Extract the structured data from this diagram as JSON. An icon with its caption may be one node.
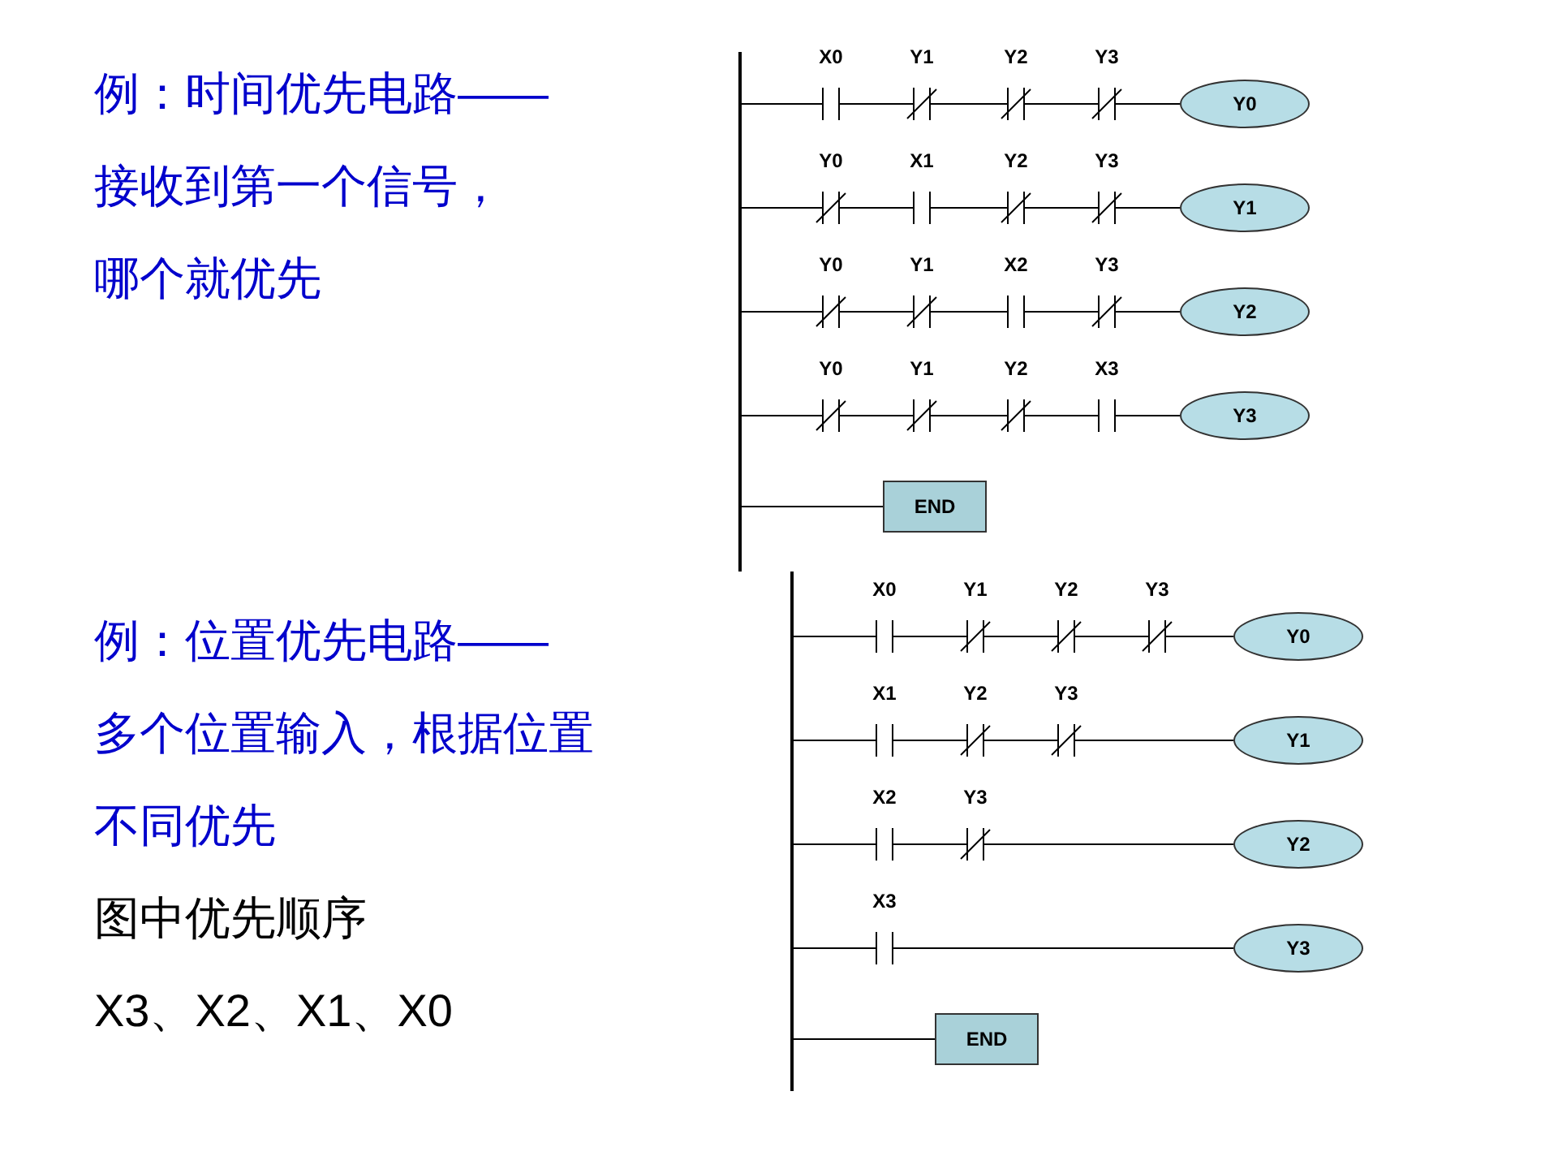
{
  "diagram": {
    "nodes": [
      {
        "text": [],
        "shape": "bar"
      },
      {
        "text": [
          "X0"
        ]
      },
      {
        "text": [
          "Y1"
        ]
      },
      {
        "text": [
          "Y2"
        ]
      },
      {
        "text": [
          "Y3"
        ]
      },
      {
        "text": [
          "Y0"
        ]
      },
      {
        "text": [
          "Y0"
        ]
      },
      {
        "text": [
          "X1"
        ]
      },
      {
        "text": [
          "Y2"
        ]
      },
      {
        "text": [
          "Y3"
        ]
      },
      {
        "text": [
          "Y1"
        ]
      },
      {
        "text": [
          "Y0"
        ]
      },
      {
        "text": [
          "Y1"
        ]
      },
      {
        "text": [
          "X2"
        ]
      },
      {
        "text": [
          "Y3"
        ]
      },
      {
        "text": [
          "Y2"
        ]
      },
      {
        "text": [
          "Y0"
        ]
      },
      {
        "text": [
          "Y1"
        ]
      },
      {
        "text": [
          "Y2"
        ]
      },
      {
        "text": [
          "X3"
        ]
      },
      {
        "text": [
          "Y3"
        ]
      },
      {
        "text": [
          "END"
        ]
      },
      {
        "text": [],
        "shape": "bar"
      },
      {
        "text": [
          "X0"
        ]
      },
      {
        "text": [
          "Y1"
        ]
      },
      {
        "text": [
          "Y2"
        ]
      },
      {
        "text": [
          "Y3"
        ]
      },
      {
        "text": [
          "Y0"
        ]
      },
      {
        "text": [
          "X1"
        ]
      },
      {
        "text": [
          "Y2"
        ]
      },
      {
        "text": [
          "Y3"
        ]
      },
      {
        "text": [
          "Y1"
        ]
      },
      {
        "text": [
          "X2"
        ]
      },
      {
        "text": [
          "Y3"
        ]
      },
      {
        "text": [
          "Y2"
        ]
      },
      {
        "text": [
          "X3"
        ]
      },
      {
        "text": [
          "Y3"
        ]
      },
      {
        "text": [
          "END"
        ]
      }
    ],
    "edges": [
      {
        "from": 0,
        "to": 1,
        "arrow": "none"
      },
      {
        "from": 1,
        "to": 2,
        "arrow": "none"
      },
      {
        "from": 2,
        "to": 3,
        "arrow": "none"
      },
      {
        "from": 3,
        "to": 4,
        "arrow": "none"
      },
      {
        "from": 4,
        "to": 5,
        "arrow": "none"
      },
      {
        "from": 0,
        "to": 6,
        "arrow": "none"
      },
      {
        "from": 6,
        "to": 7,
        "arrow": "none"
      },
      {
        "from": 7,
        "to": 8,
        "arrow": "none"
      },
      {
        "from": 8,
        "to": 9,
        "arrow": "none"
      },
      {
        "from": 9,
        "to": 10,
        "arrow": "none"
      },
      {
        "from": 0,
        "to": 11,
        "arrow": "none"
      },
      {
        "from": 11,
        "to": 12,
        "arrow": "none"
      },
      {
        "from": 12,
        "to": 13,
        "arrow": "none"
      },
      {
        "from": 13,
        "to": 14,
        "arrow": "none"
      },
      {
        "from": 14,
        "to": 15,
        "arrow": "none"
      },
      {
        "from": 0,
        "to": 16,
        "arrow": "none"
      },
      {
        "from": 16,
        "to": 17,
        "arrow": "none"
      },
      {
        "from": 17,
        "to": 18,
        "arrow": "none"
      },
      {
        "from": 18,
        "to": 19,
        "arrow": "none"
      },
      {
        "from": 19,
        "to": 20,
        "arrow": "none"
      },
      {
        "from": 0,
        "to": 21,
        "arrow": "none"
      },
      {
        "from": 22,
        "to": 23,
        "arrow": "none"
      },
      {
        "from": 23,
        "to": 24,
        "arrow": "none"
      },
      {
        "from": 24,
        "to": 25,
        "arrow": "none"
      },
      {
        "from": 25,
        "to": 26,
        "arrow": "none"
      },
      {
        "from": 26,
        "to": 27,
        "arrow": "none"
      },
      {
        "from": 22,
        "to": 28,
        "arrow": "none"
      },
      {
        "from": 28,
        "to": 29,
        "arrow": "none"
      },
      {
        "from": 29,
        "to": 30,
        "arrow": "none"
      },
      {
        "from": 30,
        "to": 31,
        "arrow": "none"
      },
      {
        "from": 22,
        "to": 32,
        "arrow": "none"
      },
      {
        "from": 32,
        "to": 33,
        "arrow": "none"
      },
      {
        "from": 33,
        "to": 34,
        "arrow": "none"
      },
      {
        "from": 22,
        "to": 35,
        "arrow": "none"
      },
      {
        "from": 35,
        "to": 36,
        "arrow": "none"
      },
      {
        "from": 22,
        "to": 37,
        "arrow": "none"
      }
    ],
    "labels": [
      "例：时间优先电路——",
      "接收到第一个信号，",
      "哪个就优先",
      "例：位置优先电路——",
      "多个位置输入，根据位置",
      "不同优先",
      "图中优先顺序",
      "X3、X2、X1、X0"
    ]
  }
}
